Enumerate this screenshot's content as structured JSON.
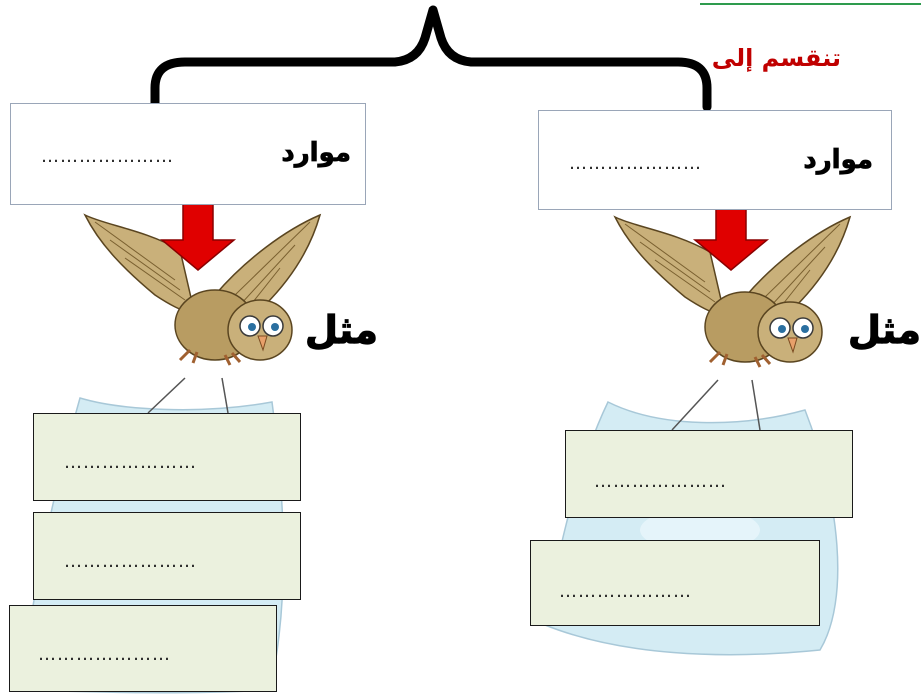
{
  "heading": {
    "divides_into": "تنقسم إلى"
  },
  "left_branch": {
    "resource_label": "موارد",
    "resource_blank": "…………………",
    "example_label": "مثل",
    "answers": [
      "…………………",
      "…………………",
      "…………………"
    ]
  },
  "right_branch": {
    "resource_label": "موارد",
    "resource_blank": "…………………",
    "example_label": "مثل",
    "answers": [
      "…………………",
      "…………………"
    ]
  },
  "colors": {
    "divides_text": "#c00000",
    "arrow_red": "#e00000",
    "answer_fill": "#ebf1de",
    "bag_fill": "#d4ecf4",
    "accent_line": "#2e9b4e"
  },
  "icons": [
    "curly-brace-icon",
    "arrow-down-icon",
    "owl-icon",
    "bag-icon"
  ]
}
